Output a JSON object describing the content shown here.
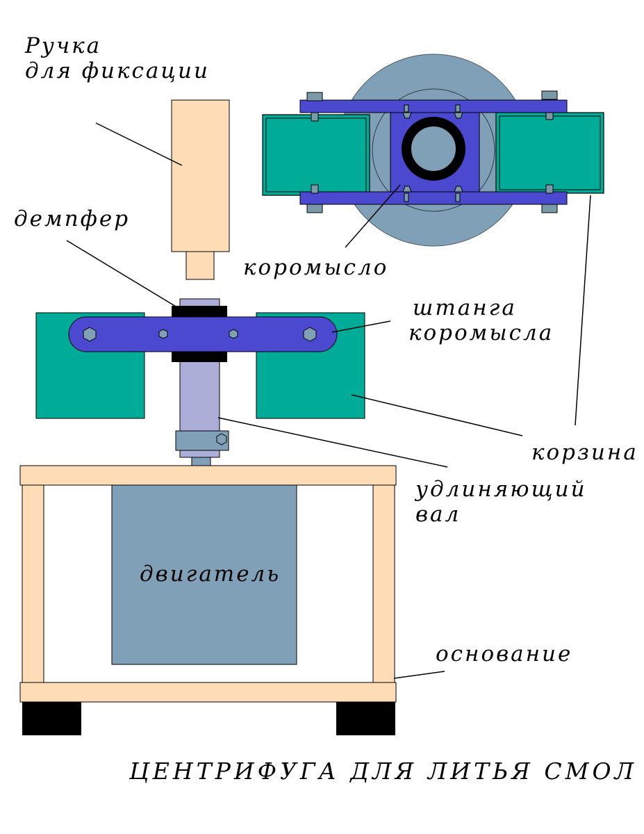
{
  "labels": {
    "handle_line1": "Ручка",
    "handle_line2": "для фиксации",
    "damper": "демпфер",
    "rocker": "коромысло",
    "rocker_rod_line1": "штанга",
    "rocker_rod_line2": "коромысла",
    "basket": "корзина",
    "shaft_line1": "удлиняющий",
    "shaft_line2": "вал",
    "motor": "двигатель",
    "base": "основание"
  },
  "title": "ЦЕНТРИФУГА ДЛЯ ЛИТЬЯ СМОЛ",
  "colors": {
    "wood": "#fddcb6",
    "basket_green": "#00ab97",
    "rocker_blue": "#4b49cf",
    "motor_gray": "#80a0b8",
    "shaft_lavender": "#adaed8",
    "black": "#000000"
  }
}
